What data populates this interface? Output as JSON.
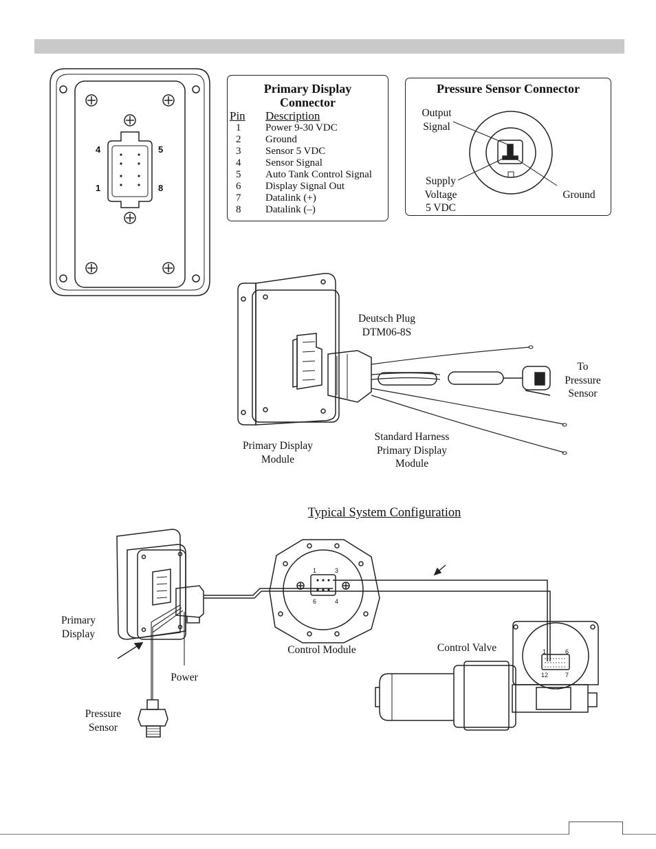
{
  "primary_connector": {
    "title": "Primary Display\nConnector",
    "col_pin": "Pin",
    "col_desc": "Description",
    "pins": [
      {
        "num": "1",
        "desc": "Power 9-30 VDC"
      },
      {
        "num": "2",
        "desc": "Ground"
      },
      {
        "num": "3",
        "desc": "Sensor 5 VDC"
      },
      {
        "num": "4",
        "desc": "Sensor Signal"
      },
      {
        "num": "5",
        "desc": "Auto Tank Control Signal"
      },
      {
        "num": "6",
        "desc": "Display Signal Out"
      },
      {
        "num": "7",
        "desc": "Datalink (+)"
      },
      {
        "num": "8",
        "desc": "Datalink (–)"
      }
    ]
  },
  "module_face_pins": {
    "tl": "4",
    "tr": "5",
    "bl": "1",
    "br": "8"
  },
  "pressure_connector": {
    "title": "Pressure  Sensor  Connector",
    "output_signal": "Output\nSignal",
    "supply_voltage": "Supply\nVoltage\n5 VDC",
    "ground": "Ground"
  },
  "harness": {
    "deutsch_plug": "Deutsch  Plug\nDTM06-8S",
    "to_pressure_sensor": "To\nPressure\nSensor",
    "primary_display_module": "Primary Display\nModule",
    "standard_harness": "Standard Harness\nPrimary Display\nModule"
  },
  "system": {
    "title": "Typical System Configuration",
    "primary_display": "Primary\nDisplay",
    "power": "Power",
    "pressure_sensor": "Pressure\nSensor",
    "control_module": "Control Module",
    "control_valve": "Control Valve",
    "cm_pins": {
      "p1": "1",
      "p3": "3",
      "p6": "6",
      "p4": "4"
    },
    "cv_pins": {
      "p1": "1",
      "p6": "6",
      "p12": "12",
      "p7": "7"
    }
  }
}
